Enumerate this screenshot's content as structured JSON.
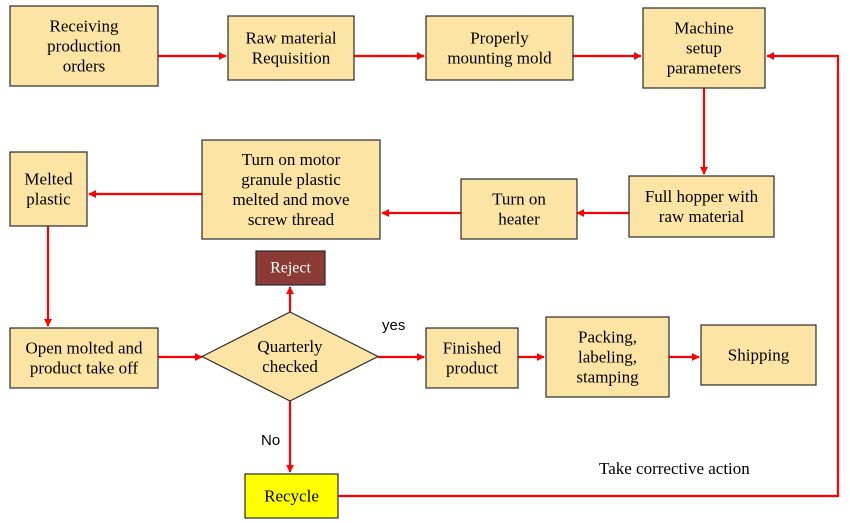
{
  "colors": {
    "box_fill": "#FCE4A4",
    "box_stroke": "#2B2B2B",
    "reject_fill": "#8B3A36",
    "reject_text": "#FFFFFF",
    "recycle_fill": "#FFFF00",
    "arrow": "#FF0000",
    "text": "#000000"
  },
  "nodes": {
    "receiving": {
      "lines": [
        "Receiving",
        "production",
        "orders"
      ]
    },
    "raw_material": {
      "lines": [
        "Raw material",
        "Requisition"
      ]
    },
    "mounting": {
      "lines": [
        "Properly",
        "mounting mold"
      ]
    },
    "machine_setup": {
      "lines": [
        "Machine",
        "setup",
        "parameters"
      ]
    },
    "hopper": {
      "lines": [
        "Full hopper with",
        "raw material"
      ]
    },
    "heater": {
      "lines": [
        "Turn on",
        "heater"
      ]
    },
    "motor": {
      "lines": [
        "Turn on motor",
        "granule plastic",
        "melted and move",
        "screw thread"
      ]
    },
    "melted": {
      "lines": [
        "Melted",
        "plastic"
      ]
    },
    "open_mold": {
      "lines": [
        "Open molted and",
        "product take off"
      ]
    },
    "quarterly": {
      "lines": [
        "Quarterly",
        "checked"
      ]
    },
    "reject": {
      "lines": [
        "Reject"
      ]
    },
    "finished": {
      "lines": [
        "Finished",
        "product"
      ]
    },
    "packing": {
      "lines": [
        "Packing,",
        "labeling,",
        "stamping"
      ]
    },
    "shipping": {
      "lines": [
        "Shipping"
      ]
    },
    "recycle": {
      "lines": [
        "Recycle"
      ]
    }
  },
  "labels": {
    "yes": "yes",
    "no": "No",
    "corrective": "Take corrective action"
  }
}
